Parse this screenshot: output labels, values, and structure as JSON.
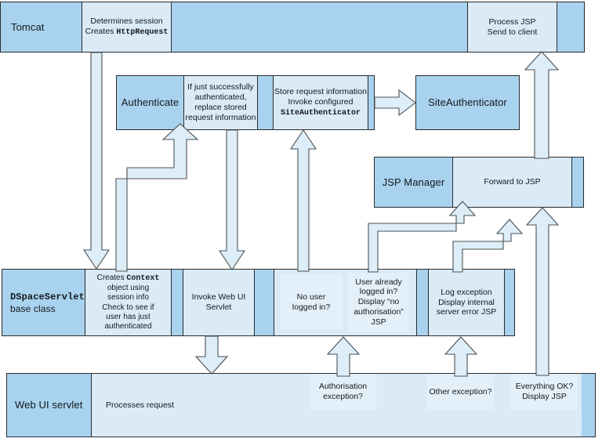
{
  "diagram": {
    "title": "DSpace Web UI request handling flow",
    "colors": {
      "lane_label_fill": "#a8d2ee",
      "step_fill": "#daeaf6",
      "inner_step_fill": "#e4f0f9",
      "band_fill": "#cfe6f7",
      "arrow_fill": "#ddeef9",
      "stroke": "#2b2b2b"
    },
    "lanes": [
      {
        "id": "tomcat",
        "label": "Tomcat",
        "steps": [
          {
            "id": "determines-session",
            "lines": [
              "Determines session",
              "Creates "
            ],
            "code": "HttpRequest"
          },
          {
            "id": "process-jsp",
            "lines": [
              "Process JSP",
              "Send to client"
            ],
            "code": ""
          }
        ]
      },
      {
        "id": "authenticate",
        "label": "Authenticate",
        "steps": [
          {
            "id": "replace-stored-request",
            "lines": [
              "If just successfully",
              "authenticated,",
              "replace stored",
              "request information"
            ],
            "code": ""
          },
          {
            "id": "store-request-invoke",
            "lines": [
              "Store request information",
              "Invoke configured"
            ],
            "code": "SiteAuthenticator"
          }
        ]
      },
      {
        "id": "site-authenticator",
        "label": "SiteAuthenticator",
        "steps": []
      },
      {
        "id": "jsp-manager",
        "label": "JSP Manager",
        "steps": [
          {
            "id": "forward-to-jsp",
            "lines": [
              "Forward to JSP"
            ],
            "code": ""
          }
        ]
      },
      {
        "id": "dspace-servlet",
        "label": "DSpaceServlet",
        "label_code": "DSpaceServlet",
        "label_rest": "base class",
        "steps": [
          {
            "id": "creates-context",
            "lines": [
              "Creates ",
              "object using",
              "session info",
              "Check to see if",
              "user has just",
              "authenticated"
            ],
            "code": "Context"
          },
          {
            "id": "invoke-web-ui-servlet",
            "lines": [
              "Invoke Web UI",
              "Servlet"
            ],
            "code": ""
          },
          {
            "id": "no-user-logged-in",
            "lines": [
              "No user",
              "logged in?"
            ],
            "code": ""
          },
          {
            "id": "user-already-logged-in",
            "lines": [
              "User already",
              "logged in?",
              "Display “no",
              "authorisation”",
              "JSP"
            ],
            "code": ""
          },
          {
            "id": "log-exception",
            "lines": [
              "Log exception",
              "Display internal",
              "server error JSP"
            ],
            "code": ""
          }
        ]
      },
      {
        "id": "web-ui-servlet",
        "label": "Web UI servlet",
        "steps": [
          {
            "id": "processes-request",
            "lines": [
              "Processes request"
            ],
            "code": ""
          },
          {
            "id": "authorisation-exception",
            "lines": [
              "Authorisation",
              "exception?"
            ],
            "code": ""
          },
          {
            "id": "other-exception",
            "lines": [
              "Other exception?"
            ],
            "code": ""
          },
          {
            "id": "everything-ok",
            "lines": [
              "Everything OK?",
              "Display JSP"
            ],
            "code": ""
          }
        ]
      }
    ],
    "connectors": [
      {
        "id": "tomcat-to-dspace",
        "from": "determines-session",
        "to": "creates-context",
        "direction": "down"
      },
      {
        "id": "dspace-to-authenticate",
        "from": "creates-context",
        "to": "replace-stored-request",
        "direction": "up-elbow"
      },
      {
        "id": "authenticate-to-dspace",
        "from": "replace-stored-request",
        "to": "invoke-web-ui-servlet",
        "direction": "down"
      },
      {
        "id": "dspace-to-site-auth-step",
        "from": "no-user-logged-in",
        "to": "store-request-invoke",
        "direction": "up"
      },
      {
        "id": "store-request-to-site-authenticator",
        "from": "store-request-invoke",
        "to": "site-authenticator",
        "direction": "right"
      },
      {
        "id": "invoke-to-web-ui",
        "from": "invoke-web-ui-servlet",
        "to": "processes-request",
        "direction": "down"
      },
      {
        "id": "user-already-to-forward",
        "from": "user-already-logged-in",
        "to": "forward-to-jsp",
        "direction": "up-elbow"
      },
      {
        "id": "log-exception-to-forward",
        "from": "log-exception",
        "to": "forward-to-jsp",
        "direction": "up-elbow"
      },
      {
        "id": "everything-ok-to-forward",
        "from": "everything-ok",
        "to": "forward-to-jsp",
        "direction": "up"
      },
      {
        "id": "forward-to-process-jsp",
        "from": "forward-to-jsp",
        "to": "process-jsp",
        "direction": "up"
      },
      {
        "id": "authorisation-exception-to-dspace",
        "from": "authorisation-exception",
        "to": "user-already-logged-in",
        "direction": "up"
      },
      {
        "id": "other-exception-to-dspace",
        "from": "other-exception",
        "to": "log-exception",
        "direction": "up"
      }
    ]
  }
}
